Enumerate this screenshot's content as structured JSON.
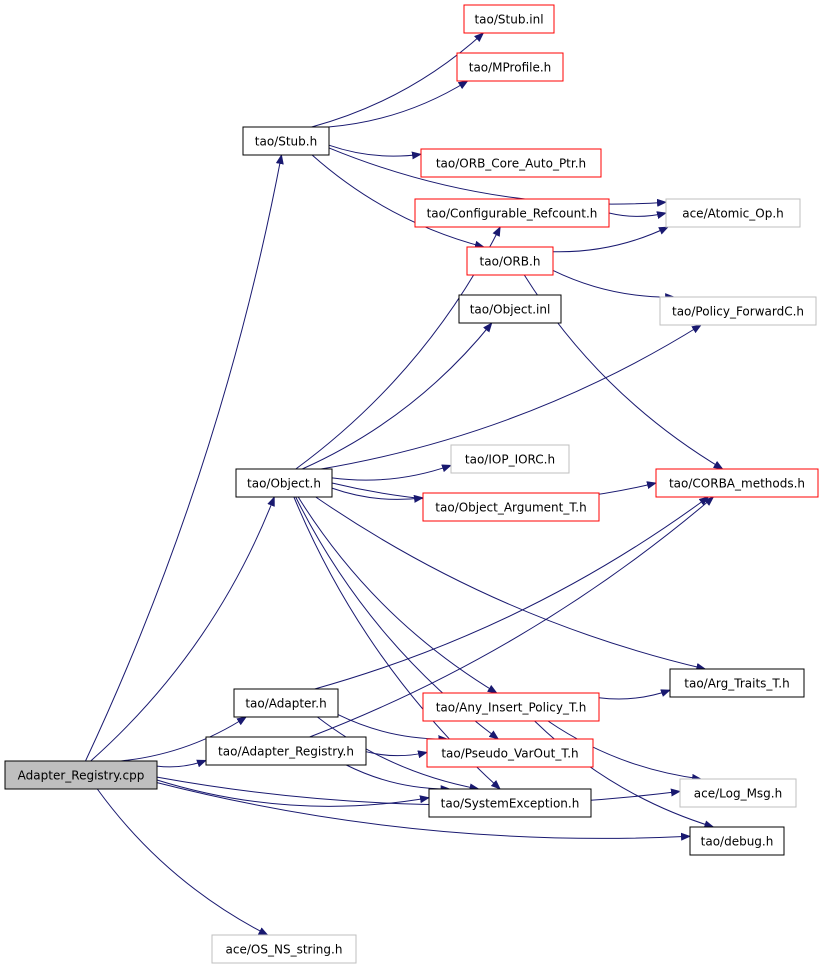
{
  "colors": {
    "edge": "#191970",
    "border_default": "#000000",
    "border_red": "#ff0000",
    "border_gray": "#bfbfbf",
    "fill_root": "#bfbfbf",
    "fill_default": "#ffffff"
  },
  "nodes": [
    {
      "id": "adapter_registry_cpp",
      "label": "Adapter_Registry.cpp",
      "style": "root"
    },
    {
      "id": "stub_inl",
      "label": "tao/Stub.inl",
      "style": "red"
    },
    {
      "id": "mprofile_h",
      "label": "tao/MProfile.h",
      "style": "red"
    },
    {
      "id": "stub_h",
      "label": "tao/Stub.h",
      "style": "black"
    },
    {
      "id": "orb_core_auto_ptr_h",
      "label": "tao/ORB_Core_Auto_Ptr.h",
      "style": "red"
    },
    {
      "id": "configurable_refcount_h",
      "label": "tao/Configurable_Refcount.h",
      "style": "red"
    },
    {
      "id": "atomic_op_h",
      "label": "ace/Atomic_Op.h",
      "style": "gray"
    },
    {
      "id": "orb_h",
      "label": "tao/ORB.h",
      "style": "red"
    },
    {
      "id": "policy_forwardc_h",
      "label": "tao/Policy_ForwardC.h",
      "style": "gray"
    },
    {
      "id": "object_inl",
      "label": "tao/Object.inl",
      "style": "black"
    },
    {
      "id": "iop_iorc_h",
      "label": "tao/IOP_IORC.h",
      "style": "gray"
    },
    {
      "id": "object_h",
      "label": "tao/Object.h",
      "style": "black"
    },
    {
      "id": "corba_methods_h",
      "label": "tao/CORBA_methods.h",
      "style": "red"
    },
    {
      "id": "object_argument_t_h",
      "label": "tao/Object_Argument_T.h",
      "style": "red"
    },
    {
      "id": "arg_traits_t_h",
      "label": "tao/Arg_Traits_T.h",
      "style": "black"
    },
    {
      "id": "adapter_h",
      "label": "tao/Adapter.h",
      "style": "black"
    },
    {
      "id": "any_insert_policy_t_h",
      "label": "tao/Any_Insert_Policy_T.h",
      "style": "red"
    },
    {
      "id": "adapter_registry_h",
      "label": "tao/Adapter_Registry.h",
      "style": "black"
    },
    {
      "id": "pseudo_varout_t_h",
      "label": "tao/Pseudo_VarOut_T.h",
      "style": "red"
    },
    {
      "id": "log_msg_h",
      "label": "ace/Log_Msg.h",
      "style": "gray"
    },
    {
      "id": "systemexception_h",
      "label": "tao/SystemException.h",
      "style": "black"
    },
    {
      "id": "debug_h",
      "label": "tao/debug.h",
      "style": "black"
    },
    {
      "id": "os_ns_string_h",
      "label": "ace/OS_NS_string.h",
      "style": "gray"
    }
  ],
  "edges": [
    [
      "adapter_registry_cpp",
      "stub_h"
    ],
    [
      "adapter_registry_cpp",
      "object_h"
    ],
    [
      "adapter_registry_cpp",
      "adapter_h"
    ],
    [
      "adapter_registry_cpp",
      "adapter_registry_h"
    ],
    [
      "adapter_registry_cpp",
      "systemexception_h"
    ],
    [
      "adapter_registry_cpp",
      "log_msg_h"
    ],
    [
      "adapter_registry_cpp",
      "debug_h"
    ],
    [
      "adapter_registry_cpp",
      "os_ns_string_h"
    ],
    [
      "stub_h",
      "stub_inl"
    ],
    [
      "stub_h",
      "mprofile_h"
    ],
    [
      "stub_h",
      "atomic_op_h"
    ],
    [
      "stub_h",
      "orb_core_auto_ptr_h"
    ],
    [
      "stub_h",
      "orb_h"
    ],
    [
      "configurable_refcount_h",
      "atomic_op_h"
    ],
    [
      "orb_h",
      "atomic_op_h"
    ],
    [
      "orb_h",
      "policy_forwardc_h"
    ],
    [
      "orb_h",
      "corba_methods_h"
    ],
    [
      "object_h",
      "configurable_refcount_h"
    ],
    [
      "object_h",
      "object_inl"
    ],
    [
      "object_h",
      "policy_forwardc_h"
    ],
    [
      "object_h",
      "corba_methods_h"
    ],
    [
      "object_h",
      "iop_iorc_h"
    ],
    [
      "object_h",
      "object_argument_t_h"
    ],
    [
      "object_h",
      "arg_traits_t_h"
    ],
    [
      "object_h",
      "any_insert_policy_t_h"
    ],
    [
      "object_h",
      "pseudo_varout_t_h"
    ],
    [
      "object_h",
      "systemexception_h"
    ],
    [
      "adapter_h",
      "corba_methods_h"
    ],
    [
      "adapter_h",
      "pseudo_varout_t_h"
    ],
    [
      "adapter_h",
      "systemexception_h"
    ],
    [
      "adapter_registry_h",
      "corba_methods_h"
    ],
    [
      "adapter_registry_h",
      "pseudo_varout_t_h"
    ],
    [
      "adapter_registry_h",
      "systemexception_h"
    ],
    [
      "any_insert_policy_t_h",
      "arg_traits_t_h"
    ],
    [
      "any_insert_policy_t_h",
      "log_msg_h"
    ],
    [
      "any_insert_policy_t_h",
      "debug_h"
    ]
  ]
}
